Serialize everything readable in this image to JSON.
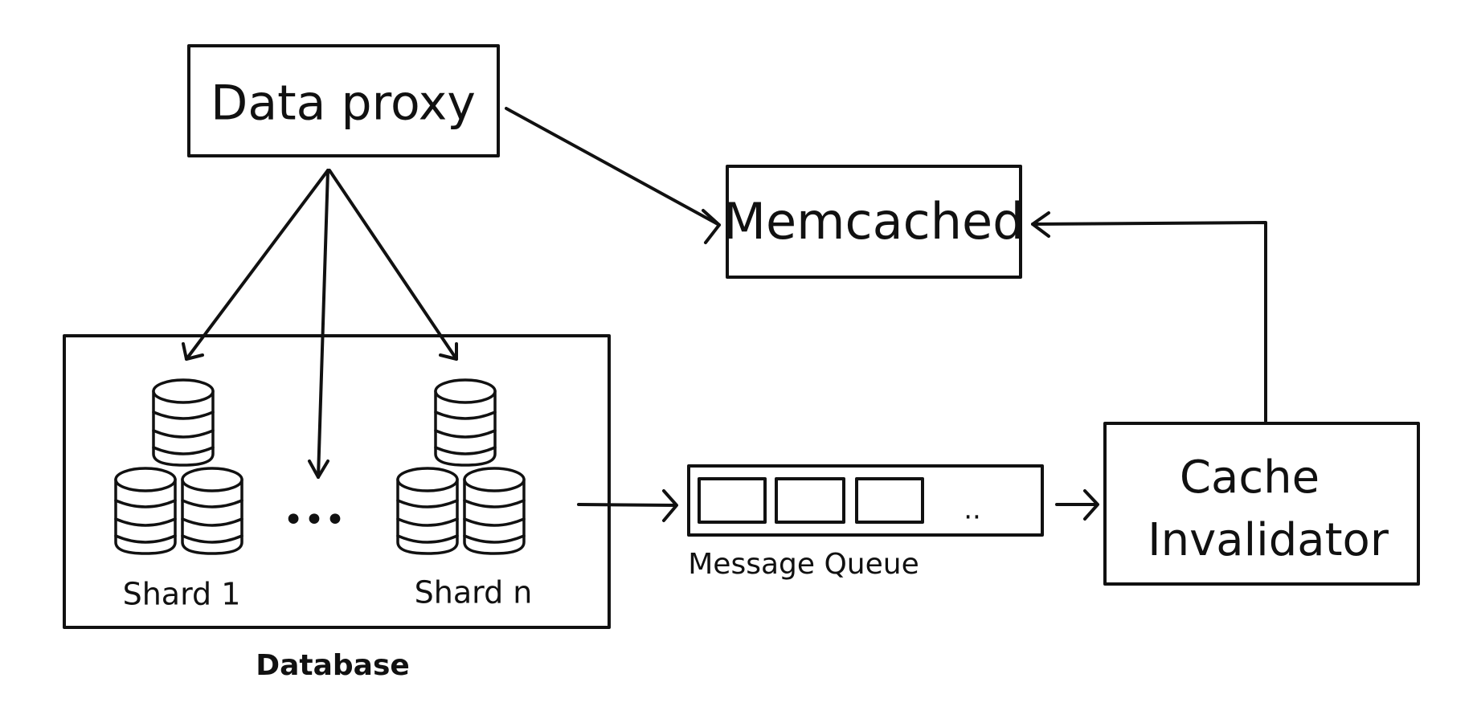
{
  "diagram": {
    "nodes": {
      "data_proxy": "Data proxy",
      "memcached": "Memcached",
      "database": "Database",
      "shard_1": "Shard 1",
      "shard_n": "Shard n",
      "ellipsis": "•••",
      "message_queue": "Message Queue",
      "queue_more": "..",
      "cache_invalidator_line1": "Cache",
      "cache_invalidator_line2": "Invalidator"
    },
    "edges": [
      {
        "from": "Data proxy",
        "to": "Memcached"
      },
      {
        "from": "Data proxy",
        "to": "Shard 1"
      },
      {
        "from": "Data proxy",
        "to": "Database"
      },
      {
        "from": "Data proxy",
        "to": "Shard n"
      },
      {
        "from": "Database",
        "to": "Message Queue"
      },
      {
        "from": "Message Queue",
        "to": "Cache Invalidator"
      },
      {
        "from": "Cache Invalidator",
        "to": "Memcached"
      }
    ],
    "stroke_color": "#111111"
  }
}
